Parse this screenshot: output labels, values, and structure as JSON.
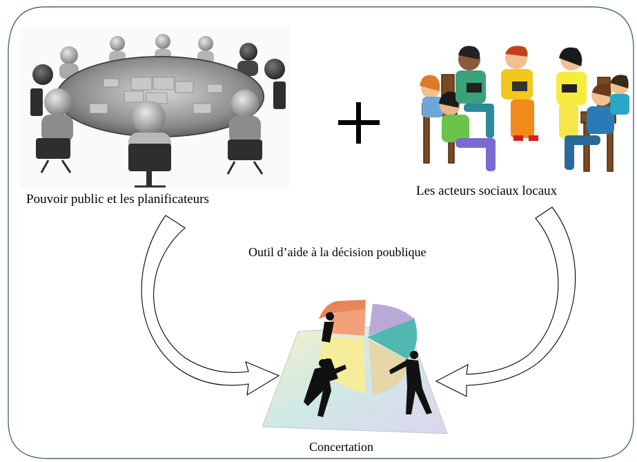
{
  "diagram": {
    "left_label": "Pouvoir public et les planificateurs",
    "right_label": "Les acteurs sociaux locaux",
    "center_label": "Outil d’aide à la décision poublique",
    "bottom_label": "Concertation",
    "operator": "+"
  },
  "colors": {
    "frame": "#4a6a7a",
    "pie_orange": "#f2a07a",
    "pie_teal": "#52b7b0",
    "pie_yellow": "#f6ec9a",
    "pie_lilac": "#b9a9d8",
    "figure": "#111111"
  }
}
